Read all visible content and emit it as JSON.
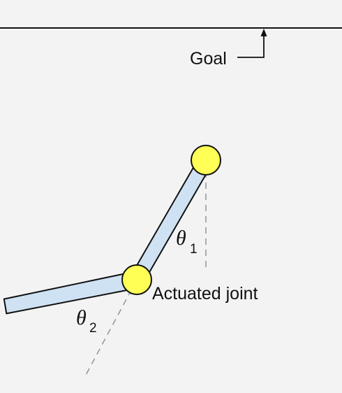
{
  "labels": {
    "goal": "Goal",
    "actuated_joint": "Actuated joint",
    "theta1": {
      "symbol": "θ",
      "subscript": "1"
    },
    "theta2": {
      "symbol": "θ",
      "subscript": "2"
    }
  },
  "colors": {
    "background": "#f3f3f3",
    "link_fill": "#cfe2f3",
    "joint_fill": "#ffff55",
    "outline": "#111111",
    "dashed_reference": "#999999"
  }
}
